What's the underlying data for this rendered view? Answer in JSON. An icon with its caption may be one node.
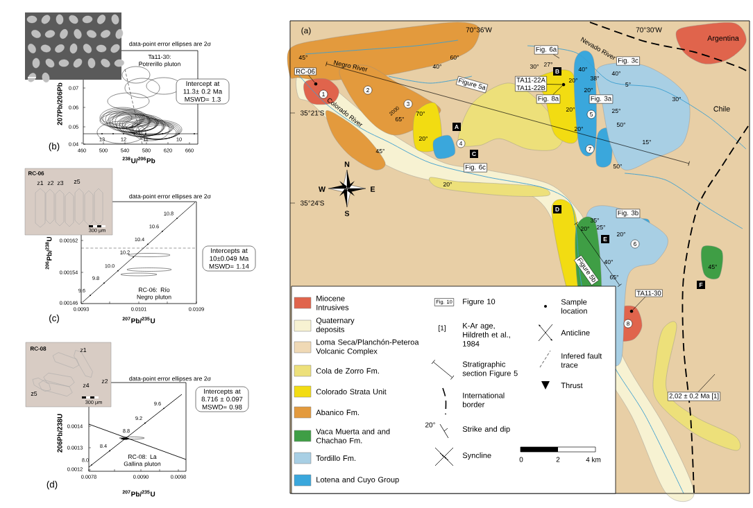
{
  "diagram": {
    "nodes": [
      {
        "text": [
          "Intercept at 11.3± 0.2 Ma MSWD= 1.3"
        ]
      },
      {
        "text": [
          "Intercepts at 10±0.049 Ma MSWD= 1.14"
        ]
      },
      {
        "text": [
          "Intercepts at 8.716 ± 0.097 MSWD= 0.98"
        ]
      },
      {
        "text": [
          "RC-06"
        ]
      },
      {
        "text": [
          "Fig. 6a"
        ]
      },
      {
        "text": [
          "Figure 5a"
        ]
      },
      {
        "text": [
          "Fig. 3c"
        ]
      },
      {
        "text": [
          "TA11-22A",
          "TA11-22B"
        ]
      },
      {
        "text": [
          "B"
        ]
      },
      {
        "text": [
          "Fig. 8a"
        ]
      },
      {
        "text": [
          "Fig. 3a"
        ]
      },
      {
        "text": [
          "1"
        ]
      },
      {
        "text": [
          "2"
        ]
      },
      {
        "text": [
          "3"
        ]
      },
      {
        "text": [
          "A"
        ]
      },
      {
        "text": [
          "4"
        ]
      },
      {
        "text": [
          "5"
        ]
      },
      {
        "text": [
          "7"
        ]
      },
      {
        "text": [
          "C"
        ]
      },
      {
        "text": [
          "Fig. 6c"
        ]
      },
      {
        "text": [
          "D"
        ]
      },
      {
        "text": [
          "Fig. 3b"
        ]
      },
      {
        "text": [
          "E"
        ]
      },
      {
        "text": [
          "6"
        ]
      },
      {
        "text": [
          "Figure 5b"
        ]
      },
      {
        "text": [
          "F"
        ]
      },
      {
        "text": [
          "TA11-30"
        ]
      },
      {
        "text": [
          "8"
        ]
      },
      {
        "text": [
          "2,02 ± 0,2 Ma [1]"
        ]
      },
      {
        "text": [
          "Fig. 10"
        ]
      },
      {
        "text": [],
        "shape": "circle"
      },
      {
        "text": [],
        "shape": "circle"
      },
      {
        "text": [],
        "shape": "circle"
      }
    ],
    "edges": [
      {
        "from": 3,
        "to": 30,
        "arrow": "none"
      },
      {
        "from": 4,
        "to": null,
        "arrow": "none"
      },
      {
        "from": 7,
        "to": 31,
        "arrow": "none"
      },
      {
        "from": 9,
        "to": 31,
        "arrow": "none"
      },
      {
        "from": 26,
        "to": 32,
        "arrow": "none"
      },
      {
        "from": 28,
        "to": null,
        "arrow": "none"
      }
    ],
    "labels": [
      "data-point error ellipses are 2σ",
      "Ta11-30: Potrerillo pluton",
      "0.07",
      "0.06",
      "0.05",
      "0.04",
      "13",
      "12",
      "11",
      "10",
      "460",
      "500",
      "540",
      "580",
      "620",
      "660",
      "207Pb/206Pb",
      "$^{238}$U/$^{206}$Pb",
      "(b)",
      "RC-06",
      "z1",
      "z2",
      "z3",
      "z5",
      "300 μm",
      "data-point error ellipses are 2σ",
      "10.8",
      "10.6",
      "10.4",
      "10.2",
      "10.0",
      "9.8",
      "9.6",
      "0.00162",
      "0.00154",
      "0.00146",
      "RC-06: Río Negro pluton",
      "0.0093",
      "0.0101",
      "0.0109",
      "$^{206}$Pb/$^{238}$U",
      "$^{207}$Pb/$^{235}$U",
      "(c)",
      "RC-08",
      "z1",
      "z2",
      "z4",
      "z5",
      "300 μm",
      "data-point error ellipses are 2σ",
      "9.6",
      "9.2",
      "8.8",
      "8.4",
      "8.0",
      "0.0014",
      "0.0013",
      "0.0012",
      "RC-08: La Gallina pluton",
      "0.0078",
      "0.0090",
      "0.0098",
      "206Pb/238U",
      "$^{207}$Pb/$^{235}$U",
      "(d)",
      "(a)",
      "70°36'W",
      "70°30'W",
      "Argentina",
      "Chile",
      "35°21'S",
      "35°24'S",
      "Negro River",
      "Colorado River",
      "Nevado River",
      "45°",
      "40°",
      "60°",
      "2000",
      "65°",
      "70°",
      "20°",
      "45°",
      "20°",
      "30°",
      "27°",
      "20°",
      "20°",
      "40°",
      "38°",
      "20°",
      "20°",
      "40°",
      "5°",
      "25°",
      "50°",
      "30°",
      "15°",
      "50°",
      "35°",
      "20°",
      "25°",
      "20°",
      "40°",
      "65°",
      "45°",
      "N",
      "W",
      "E",
      "S",
      "[1]",
      "20°",
      "0",
      "2",
      "4 km"
    ],
    "legend": [
      {
        "text": "Miocene Intrusives",
        "color": "#e0644c"
      },
      {
        "text": "Quaternary deposits",
        "color": "#f7f2d2"
      },
      {
        "text": "Loma Seca/Planchón-Peteroa Volcanic Complex",
        "color": "#f0d9b5"
      },
      {
        "text": "Cola de Zorro Fm.",
        "color": "#ede07a"
      },
      {
        "text": "Colorado Strata Unit",
        "color": "#f2dc12"
      },
      {
        "text": "Abanico Fm.",
        "color": "#e39a3d"
      },
      {
        "text": "Vaca Muerta and and Chachao Fm.",
        "color": "#3f9e45"
      },
      {
        "text": "Tordillo Fm.",
        "color": "#a8cfe4"
      },
      {
        "text": "Lotena and Cuyo Group",
        "color": "#3aa7dc"
      },
      {
        "text": "Figure 10"
      },
      {
        "text": "K-Ar age, Hildreth et al., 1984"
      },
      {
        "text": "Stratigraphic section Figure 5"
      },
      {
        "text": "International border"
      },
      {
        "text": "Strike and dip"
      },
      {
        "text": "Syncline"
      },
      {
        "text": "Sample location"
      },
      {
        "text": "Anticline"
      },
      {
        "text": "Infered fault trace"
      },
      {
        "text": "Thrust"
      }
    ]
  }
}
